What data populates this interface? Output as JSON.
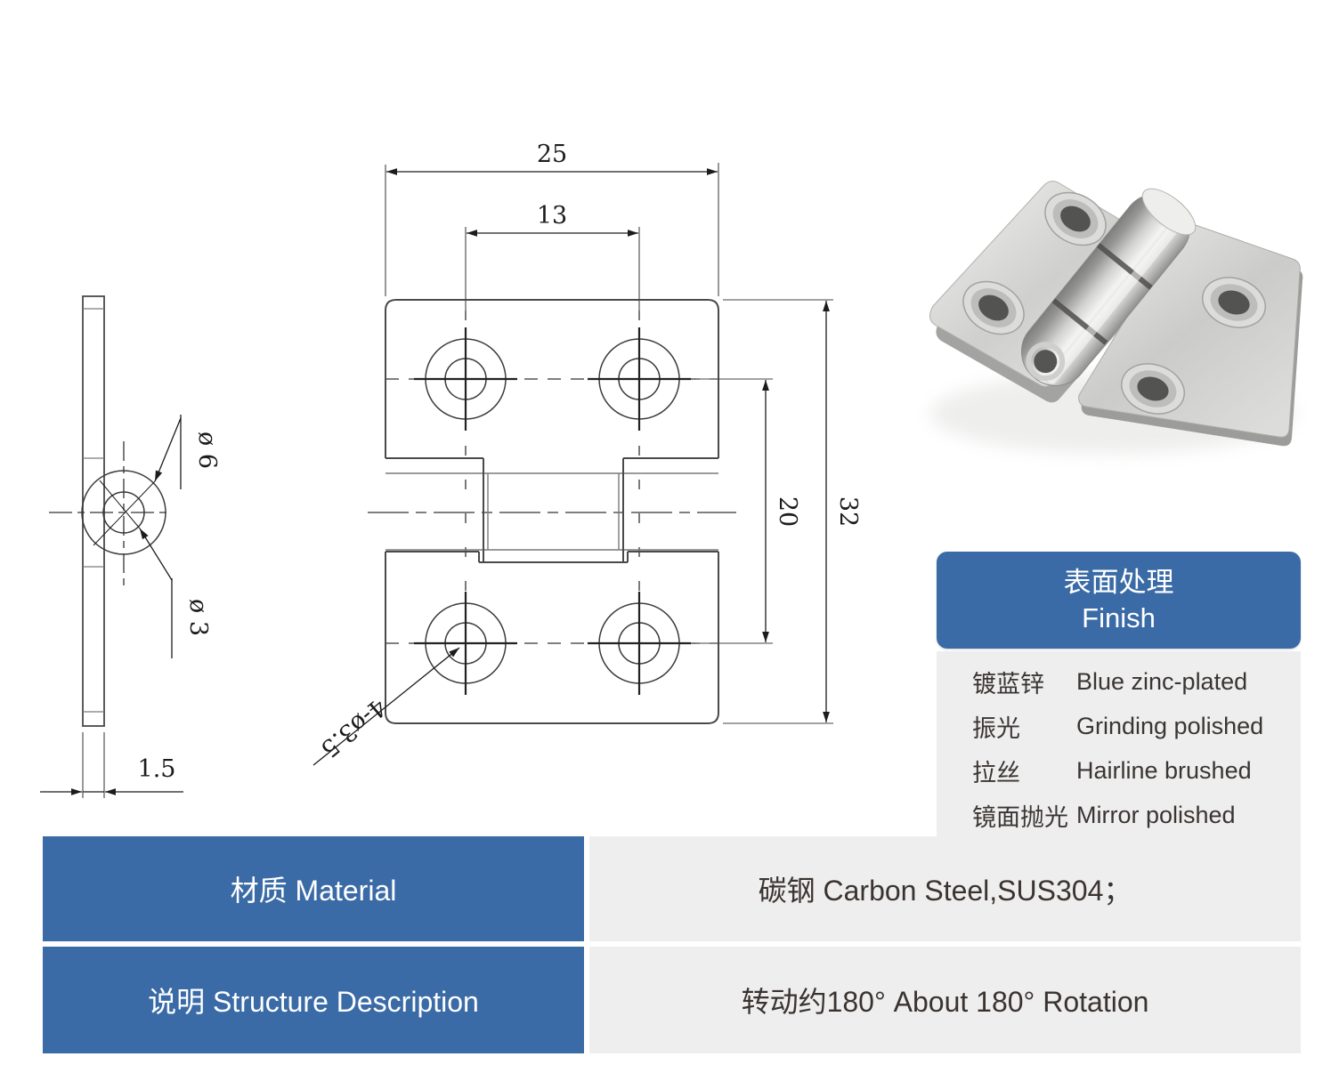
{
  "colors": {
    "accent_blue": "#3a6ba6",
    "cell_gray": "#eeeeee",
    "line_dark": "#4a4a4a"
  },
  "drawing": {
    "front": {
      "width_label": "25",
      "hole_span_label": "13",
      "height_label": "32",
      "row_span_label": "20",
      "holes_label": "4-ø3.5"
    },
    "side": {
      "thickness_label": "1.5",
      "outer_dia_label": "ø 6",
      "pin_dia_label": "ø 3"
    }
  },
  "finish": {
    "header_cn": "表面处理",
    "header_en": "Finish",
    "rows": [
      {
        "cn": "镀蓝锌",
        "en": "Blue zinc-plated"
      },
      {
        "cn": "振光",
        "en": "Grinding polished"
      },
      {
        "cn": "拉丝",
        "en": "Hairline brushed"
      },
      {
        "cn": "镜面抛光",
        "en": "Mirror polished"
      }
    ]
  },
  "spec": {
    "rows": [
      {
        "label": "材质 Material",
        "value": "碳钢   Carbon Steel,SUS304；"
      },
      {
        "label": "说明 Structure Description",
        "value": "转动约180°   About 180° Rotation"
      }
    ]
  }
}
